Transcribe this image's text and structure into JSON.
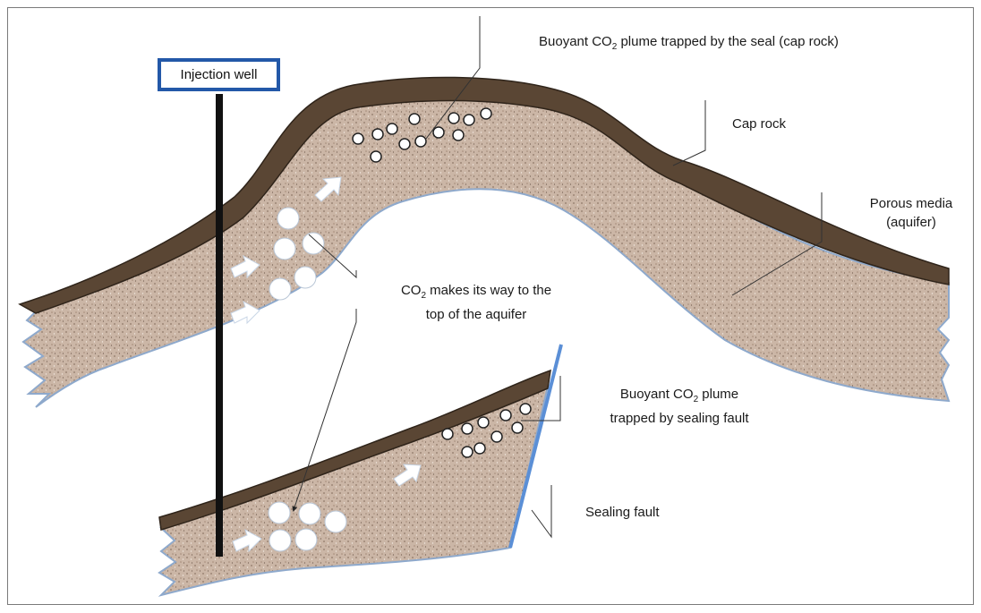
{
  "labels": {
    "injection_well": "Injection well",
    "plume_seal_a": "Buoyant CO",
    "plume_seal_sub": "2",
    "plume_seal_b": " plume trapped by the seal (cap rock)",
    "cap_rock": "Cap rock",
    "porous_media_line1": "Porous media",
    "porous_media_line2": "(aquifer)",
    "co2_path_a": "CO",
    "co2_path_sub": "2",
    "co2_path_b": " makes its way to the",
    "co2_path_line2": "top of the aquifer",
    "plume_fault_a": "Buoyant CO",
    "plume_fault_sub": "2",
    "plume_fault_b": " plume",
    "plume_fault_line2": "trapped by sealing fault",
    "sealing_fault": "Sealing fault"
  },
  "colors": {
    "aquifer_fill": "#c9b3a4",
    "aquifer_speckle": "#8f7868",
    "cap_rock_fill": "#5a4634",
    "cap_rock_dark": "#2f241a",
    "outline_blue": "#8ea9cc",
    "fault_blue": "#5b8fd6",
    "well_black": "#111111",
    "label_border": "#2358a8"
  }
}
